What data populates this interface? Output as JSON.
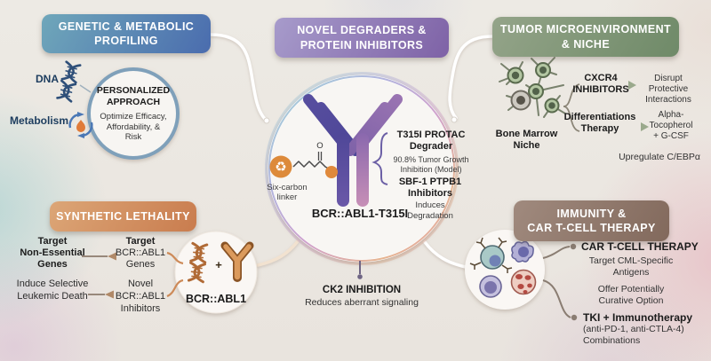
{
  "colors": {
    "genetic_from": "#6fa7ba",
    "genetic_to": "#4a6cae",
    "degraders_from": "#a79bcb",
    "degraders_to": "#7e62a6",
    "tumor_from": "#94a489",
    "tumor_to": "#6f8a68",
    "synthetic_from": "#dca677",
    "synthetic_to": "#c97c4e",
    "immunity_from": "#a08a7e",
    "immunity_to": "#82695c",
    "orange_accent": "#cd8a58",
    "purple_accent": "#6b5fa5",
    "taupe_accent": "#8a7d72"
  },
  "genetic": {
    "title_1": "GENETIC & METABOLIC",
    "title_2": "PROFILING",
    "dna_label": "DNA",
    "metabolism_label": "Metabolism",
    "circle_title_1": "PERSONALIZED",
    "circle_title_2": "APPROACH",
    "circle_sub_1": "Optimize Efficacy,",
    "circle_sub_2": "Affordability, &",
    "circle_sub_3": "Risk"
  },
  "degraders": {
    "title_1": "NOVEL DEGRADERS &",
    "title_2": "PROTEIN INHIBITORS",
    "protac_title_1": "T315I PROTAC",
    "protac_title_2": "Degrader",
    "protac_sub_1": "90.8% Tumor Growth",
    "protac_sub_2": "Inhibition (Model)",
    "sbf_title_1": "SBF-1 PTPB1",
    "sbf_title_2": "Inhibitors",
    "sbf_sub_1": "Induces",
    "sbf_sub_2": "Degradation",
    "linker_1": "Six-carbon",
    "linker_2": "linker",
    "carbonyl": "O",
    "antibody_label": "BCR::ABL1-T315I",
    "ck2_title": "CK2 INHIBITION",
    "ck2_sub": "Reduces aberrant signaling"
  },
  "tumor": {
    "title_1": "TUMOR MICROENVIRONMENT",
    "title_2": "& NICHE",
    "niche_label_1": "Bone Marrow",
    "niche_label_2": "Niche",
    "cxcr4_1": "CXCR4",
    "cxcr4_2": "INHIBITORS",
    "cxcr4_result_1": "Disrupt",
    "cxcr4_result_2": "Protective",
    "cxcr4_result_3": "Interactions",
    "diff_1": "Differentiations",
    "diff_2": "Therapy",
    "diff_result_1": "Alpha-",
    "diff_result_2": "Tocopherol",
    "diff_result_3": "+ G-CSF",
    "upregulate": "Upregulate C/EBPα"
  },
  "synthetic": {
    "title": "SYNTHETIC LETHALITY",
    "col1_a_1": "Target",
    "col1_a_2": "Non-Essential",
    "col1_a_3": "Genes",
    "col1_b_1": "Induce Selective",
    "col1_b_2": "Leukemic Death",
    "col2_a_1": "Target",
    "col2_a_2": "BCR::ABL1",
    "col2_a_3": "Genes",
    "col2_b_1": "Novel",
    "col2_b_2": "BCR::ABL1",
    "col2_b_3": "Inhibitors",
    "plus": "+",
    "circle_label": "BCR::ABL1"
  },
  "immunity": {
    "title_1": "IMMUNITY &",
    "title_2": "CAR T-CELL THERAPY",
    "car_title": "CAR T-CELL THERAPY",
    "car_sub_1": "Target CML-Specific",
    "car_sub_2": "Antigens",
    "car_sub_3": "Offer Potentially",
    "car_sub_4": "Curative Option",
    "tki_title": "TKI + Immunotherapy",
    "tki_sub_1": "(anti-PD-1, anti-CTLA-4)",
    "tki_sub_2": "Combinations"
  }
}
